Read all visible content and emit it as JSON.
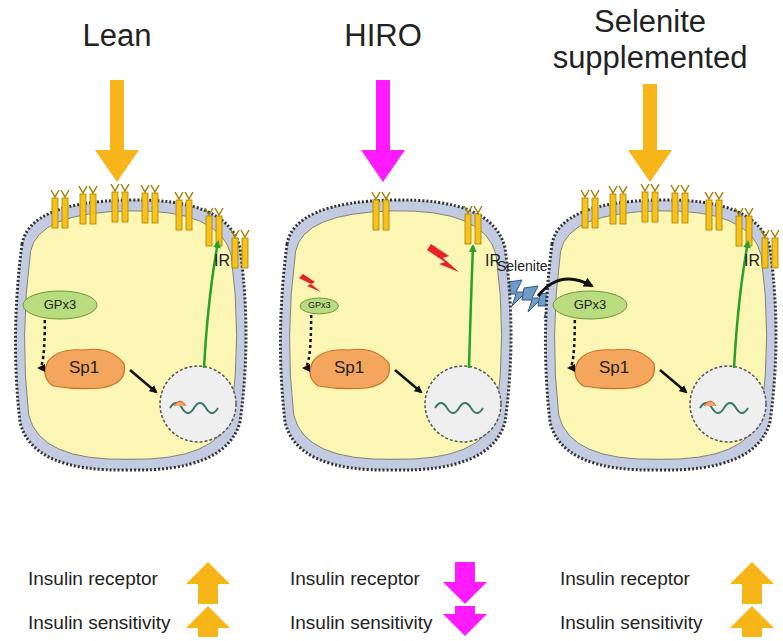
{
  "diagram": {
    "nodes": [
      {
        "text": [
          "IR"
        ]
      },
      {
        "text": [
          "GPx3"
        ],
        "in": 0
      },
      {
        "text": [
          "Sp1"
        ],
        "in": 0
      },
      {
        "text": [
          "IR"
        ]
      },
      {
        "text": [
          "GPx3"
        ],
        "in": 3
      },
      {
        "text": [
          "Sp1"
        ],
        "in": 3
      },
      {
        "text": [
          "IR"
        ]
      },
      {
        "text": [
          "GPx3"
        ],
        "in": 6
      },
      {
        "text": [
          "Sp1"
        ],
        "in": 6
      }
    ],
    "edges": [
      {
        "from": 1,
        "to": 2,
        "arrow": "to"
      },
      {
        "from": 4,
        "to": 5,
        "arrow": "to"
      },
      {
        "from": 7,
        "to": 8,
        "arrow": "to"
      }
    ],
    "labels": [
      "Lean",
      "HIRO",
      "Selenite supplemented",
      "Selenite",
      "Insulin receptor",
      "Insulin sensitivity",
      "Insulin receptor",
      "Insulin sensitivity",
      "Insulin receptor",
      "Insulin sensitivity"
    ]
  }
}
